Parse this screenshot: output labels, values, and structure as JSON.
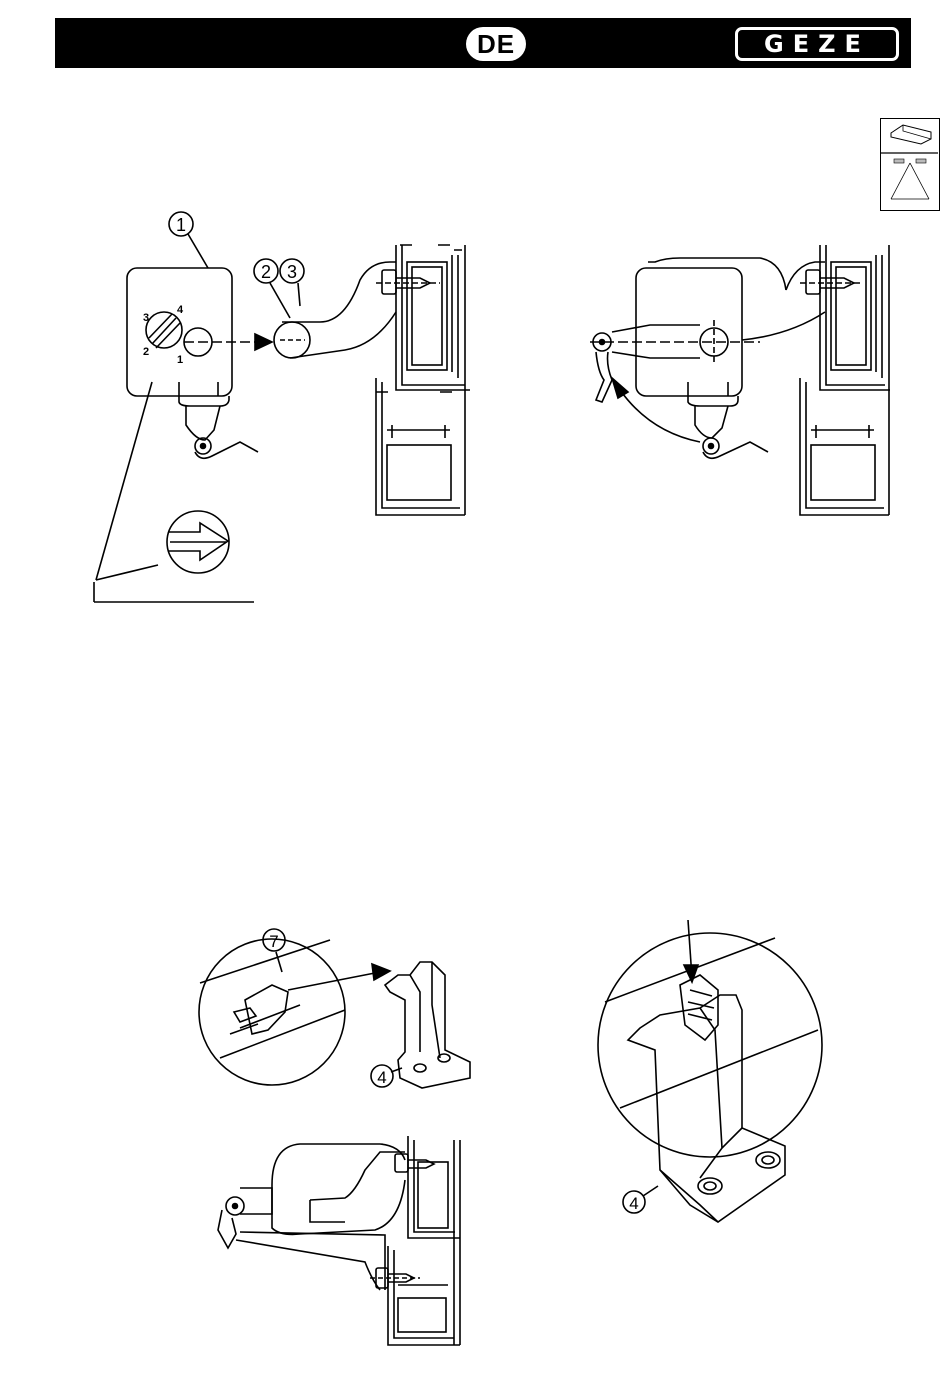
{
  "header": {
    "language_badge": "DE",
    "brand_logo": "GEZE"
  },
  "callouts": {
    "c1": "1",
    "c2": "2",
    "c3": "3",
    "c4a": "4",
    "c7": "7",
    "c4b": "4"
  },
  "dial_numbers": [
    "1",
    "2",
    "3",
    "4"
  ],
  "icons": {
    "language": "language-badge-icon",
    "thumbnail": "door-closer-mounting-thumbnail-icon"
  },
  "colors": {
    "header_bg": "#000000",
    "line": "#000000",
    "paper": "#ffffff"
  }
}
